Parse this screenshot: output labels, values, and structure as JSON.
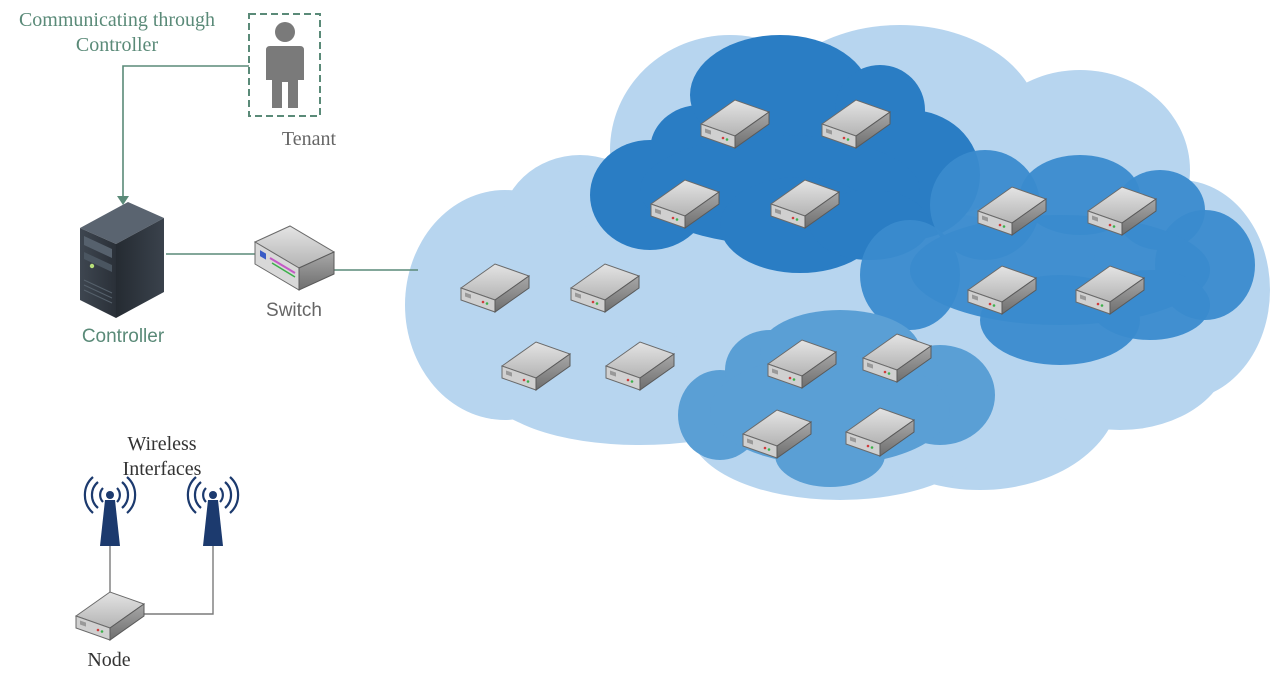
{
  "labels": {
    "communicating_line1": "Communicating through",
    "communicating_line2": "Controller",
    "tenant": "Tenant",
    "controller": "Controller",
    "switch": "Switch",
    "wireless_line1": "Wireless",
    "wireless_line2": "Interfaces",
    "node": "Node"
  },
  "icons": {
    "tenant": "person-icon",
    "controller": "server-icon",
    "switch": "network-switch-icon",
    "router": "router-icon",
    "antenna": "antenna-icon"
  },
  "colors": {
    "outer_cloud": "#b7d5ef",
    "cluster_top": "#2a7dc4",
    "cluster_right": "#3a8bcd",
    "cluster_bottom": "#5a9fd5",
    "label_green": "#5a8a78",
    "tenant_border": "#5a8a78",
    "antenna": "#1c3a6e"
  }
}
